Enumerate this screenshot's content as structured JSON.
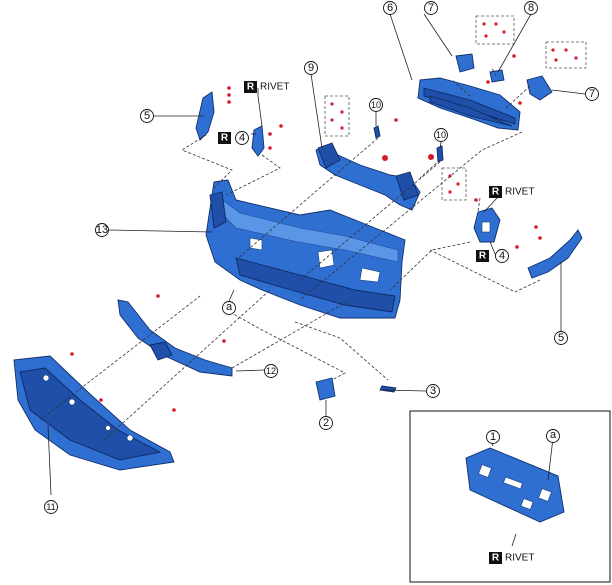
{
  "callouts": {
    "c1": "1",
    "c2": "2",
    "c3": "3",
    "c4a": "4",
    "c4b": "4",
    "c5a": "5",
    "c5b": "5",
    "c6": "6",
    "c7a": "7",
    "c7b": "7",
    "c8": "8",
    "c9": "9",
    "c10a": "10",
    "c10b": "10",
    "c11": "11",
    "c12": "12",
    "c13": "13",
    "ca1": "a",
    "ca2": "a"
  },
  "replace_marker": {
    "letter": "R"
  },
  "labels": {
    "rivet": "RIVET"
  },
  "colors": {
    "part_fill": "#2f6fd1",
    "fastener": "#d61a2a",
    "marker_bg": "#111111"
  }
}
